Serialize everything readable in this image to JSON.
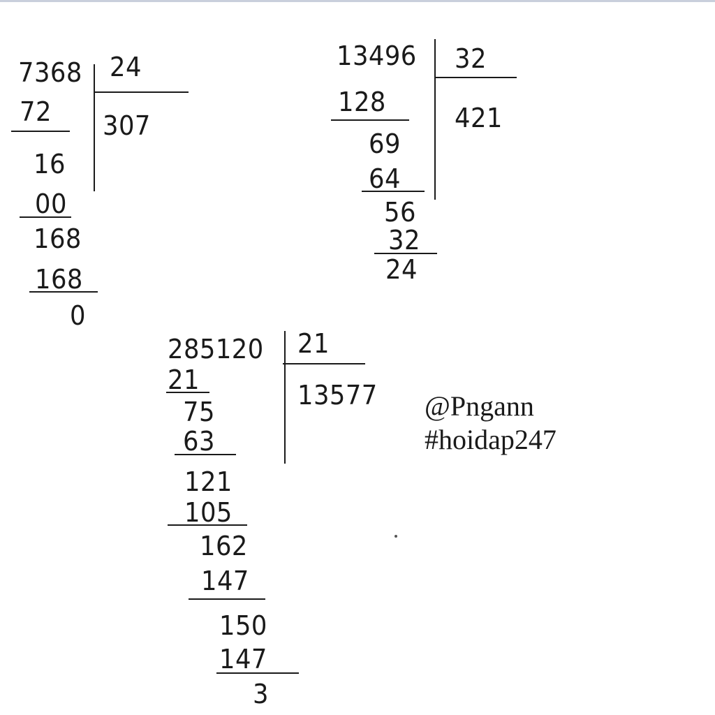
{
  "division_1": {
    "dividend": "7368",
    "divisor": "24",
    "quotient": "307",
    "steps": [
      "72",
      "16",
      "00",
      "168",
      "168",
      "0"
    ]
  },
  "division_2": {
    "dividend": "13496",
    "divisor": "32",
    "quotient": "421",
    "steps": [
      "128",
      "69",
      "64",
      "56",
      "32",
      "24"
    ]
  },
  "division_3": {
    "dividend": "285120",
    "divisor": "21",
    "quotient": "13577",
    "steps": [
      "21",
      "75",
      "63",
      "121",
      "105",
      "162",
      "147",
      "150",
      "147",
      "3"
    ]
  },
  "signature": {
    "author": "@Pngann",
    "hashtag": "#hoidap247"
  }
}
